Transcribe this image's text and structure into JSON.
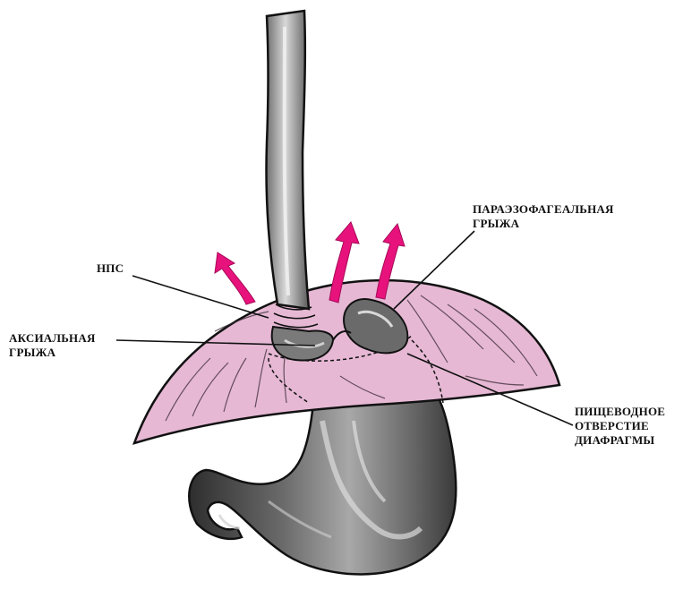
{
  "labels": {
    "nps": "НПС",
    "axial": [
      "АКСИАЛЬНАЯ",
      "ГРЫЖА"
    ],
    "paraesophageal": [
      "ПАРАЭЗОФАГЕАЛЬНАЯ",
      "ГРЫЖА"
    ],
    "hiatus": [
      "ПИЩЕВОДНОЕ",
      "ОТВЕРСТИЕ",
      "ДИАФРАГМЫ"
    ]
  },
  "colors": {
    "diaphragm": "#e6b8d4",
    "arrow": "#e8127c",
    "outline": "#111111",
    "stomach_dark": "#4a4a4a",
    "stomach_light": "#b8b8b8"
  }
}
